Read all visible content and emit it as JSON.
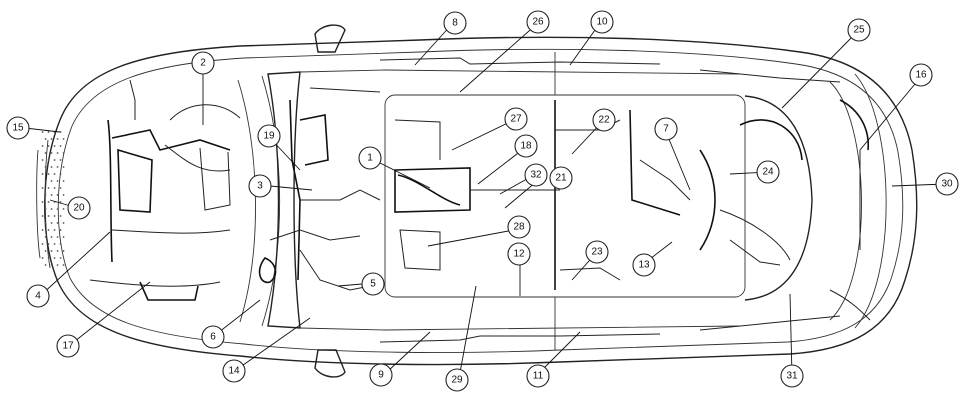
{
  "callouts": [
    {
      "id": "c1",
      "label": "1"
    },
    {
      "id": "c2",
      "label": "2"
    },
    {
      "id": "c3",
      "label": "3"
    },
    {
      "id": "c4",
      "label": "4"
    },
    {
      "id": "c5",
      "label": "5"
    },
    {
      "id": "c6",
      "label": "6"
    },
    {
      "id": "c7",
      "label": "7"
    },
    {
      "id": "c8",
      "label": "8"
    },
    {
      "id": "c9",
      "label": "9"
    },
    {
      "id": "c10",
      "label": "10"
    },
    {
      "id": "c11",
      "label": "11"
    },
    {
      "id": "c12",
      "label": "12"
    },
    {
      "id": "c13",
      "label": "13"
    },
    {
      "id": "c14",
      "label": "14"
    },
    {
      "id": "c15",
      "label": "15"
    },
    {
      "id": "c16",
      "label": "16"
    },
    {
      "id": "c17",
      "label": "17"
    },
    {
      "id": "c18",
      "label": "18"
    },
    {
      "id": "c19",
      "label": "19"
    },
    {
      "id": "c20",
      "label": "20"
    },
    {
      "id": "c21",
      "label": "21"
    },
    {
      "id": "c22",
      "label": "22"
    },
    {
      "id": "c23",
      "label": "23"
    },
    {
      "id": "c24",
      "label": "24"
    },
    {
      "id": "c25",
      "label": "25"
    },
    {
      "id": "c26",
      "label": "26"
    },
    {
      "id": "c27",
      "label": "27"
    },
    {
      "id": "c28",
      "label": "28"
    },
    {
      "id": "c29",
      "label": "29"
    },
    {
      "id": "c30",
      "label": "30"
    },
    {
      "id": "c31",
      "label": "31"
    },
    {
      "id": "c32",
      "label": "32"
    }
  ]
}
